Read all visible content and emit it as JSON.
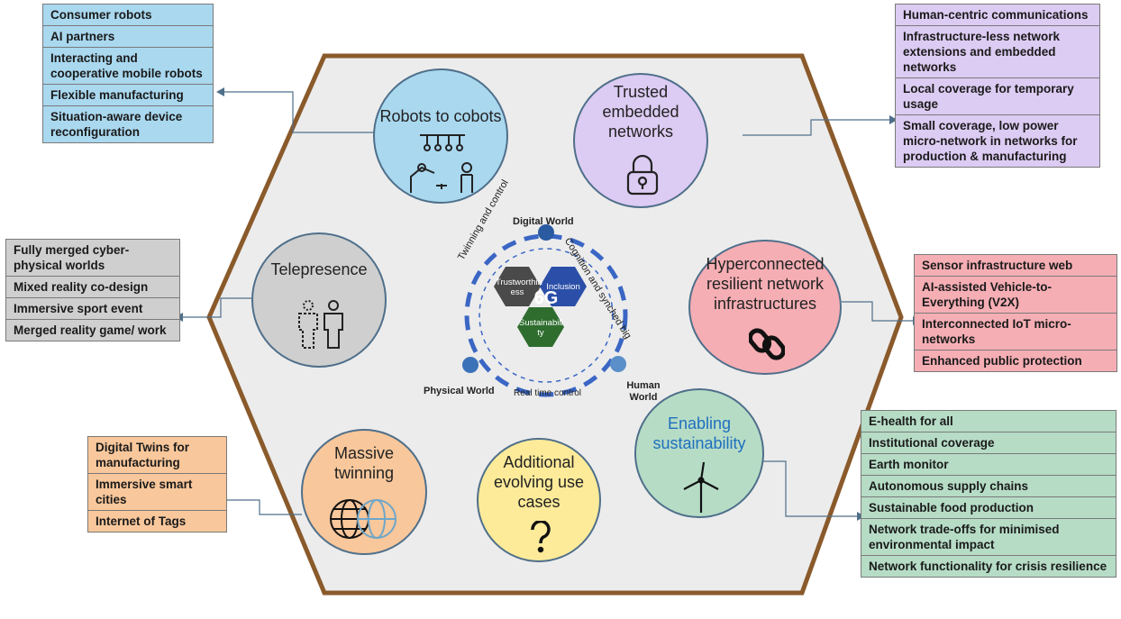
{
  "center": {
    "title": "6G",
    "trustworthiness": "Trustworthin ess",
    "inclusion": "Inclusion",
    "sustainability": "Sustainabili ty",
    "digital_world": "Digital World",
    "physical_world": "Physical  World",
    "human_world": "Human World",
    "arc_twinning": "Twinning and control",
    "arc_cognition": "Cognition and synched big",
    "arc_realtime": "Real time control"
  },
  "circles": {
    "robots": "Robots to cobots",
    "trusted": [
      "Trusted",
      "embedded",
      "networks"
    ],
    "telepresence": "Telepresence",
    "hyper": [
      "Hyperconnected",
      "resilient network",
      "infrastructures"
    ],
    "twinning": [
      "Massive",
      "twinning"
    ],
    "additional": [
      "Additional",
      "evolving use",
      "cases"
    ],
    "sustain": [
      "Enabling",
      "sustainability"
    ]
  },
  "boxes": {
    "robots": [
      "Consumer robots",
      "AI partners",
      "Interacting and cooperative mobile robots",
      "Flexible manufacturing",
      "Situation-aware device reconfiguration"
    ],
    "trusted": [
      "Human-centric communications",
      "Infrastructure-less network extensions and embedded networks",
      "Local coverage for temporary usage",
      "Small coverage, low power micro-network in networks for production & manufacturing"
    ],
    "telepresence": [
      "Fully merged cyber-physical worlds",
      "Mixed reality co-design",
      "Immersive sport event",
      "Merged reality game/ work"
    ],
    "hyper": [
      "Sensor infrastructure web",
      "AI-assisted Vehicle-to-Everything (V2X)",
      "Interconnected IoT micro-networks",
      "Enhanced public protection"
    ],
    "twinning": [
      "Digital Twins for manufacturing",
      "Immersive smart cities",
      "Internet of Tags"
    ],
    "sustain": [
      "E-health for all",
      "Institutional coverage",
      "Earth monitor",
      "Autonomous supply chains",
      "Sustainable food production",
      "Network trade-offs for minimised environmental impact",
      "Network functionality for crisis resilience"
    ]
  },
  "icons": {
    "robots": "robot-arm-icon",
    "trusted": "padlock-icon",
    "telepresence": "hologram-person-icon",
    "hyper": "chain-link-icon",
    "twinning": "globe-icon",
    "additional": "question-mark-icon",
    "sustain": "wind-turbine-icon"
  },
  "colors": {
    "hexagon_fill": "#ececec",
    "hexagon_border": "#8a5a2b",
    "blue": "#a9d8ef",
    "purple": "#dccbf2",
    "grey": "#cfcfcf",
    "red": "#f5aeb4",
    "orange": "#f8c79b",
    "green": "#b6dcc6",
    "yellow": "#fdeb9a",
    "dash_ring": "#3a66c4"
  }
}
